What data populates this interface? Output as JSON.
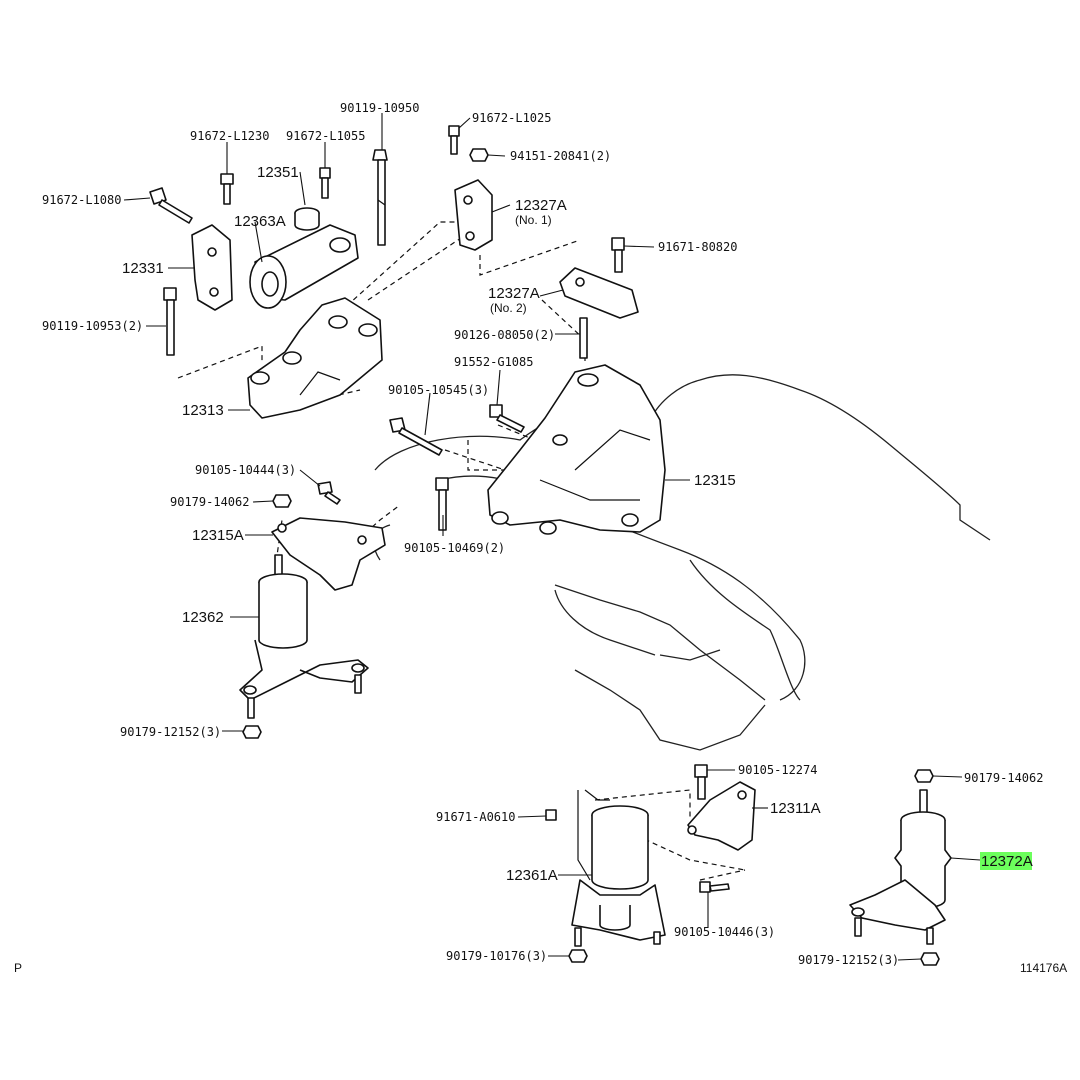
{
  "labels": {
    "l01": "90119-10950",
    "l02": "91672-L1230",
    "l03": "91672-L1055",
    "l04": "12351",
    "l05": "91672-L1080",
    "l06": "12363A",
    "l07": "12331",
    "l08": "90119-10953(2)",
    "l09": "12313",
    "l10": "91672-L1025",
    "l11": "94151-20841(2)",
    "l12": "12327A",
    "l13": "(No. 1)",
    "l14": "91671-80820",
    "l15": "12327A",
    "l16": "(No. 2)",
    "l17": "90126-08050(2)",
    "l18": "91552-G1085",
    "l19": "90105-10545(3)",
    "l20": "12315",
    "l21": "90105-10444(3)",
    "l22": "90179-14062",
    "l23": "12315A",
    "l24": "90105-10469(2)",
    "l25": "12362",
    "l26": "90179-12152(3)",
    "l27": "90105-12274",
    "l28": "91671-A0610",
    "l29": "12311A",
    "l30": "12361A",
    "l31": "90105-10446(3)",
    "l32": "90179-10176(3)",
    "l33": "90179-14062",
    "l34": "12372A",
    "l35": "90179-12152(3)",
    "l36": "P",
    "l37": "114176A"
  },
  "highlight_color": "#6cff5c"
}
